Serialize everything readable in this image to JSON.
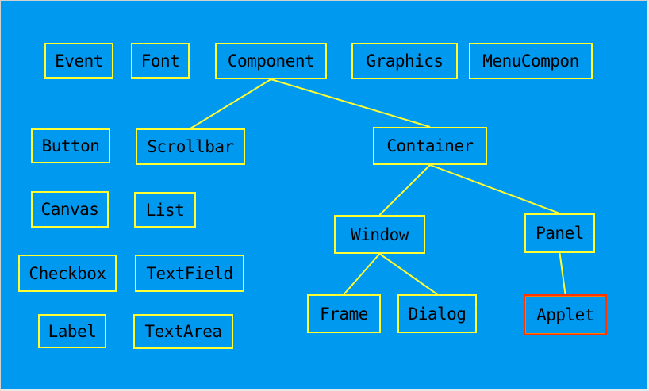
{
  "diagram": {
    "background_color": "#0099f0",
    "box_border_color": "#ffff33",
    "connector_color": "#ffff33",
    "highlight_border_color": "#ff3300",
    "nodes": {
      "event": "Event",
      "font": "Font",
      "component": "Component",
      "graphics": "Graphics",
      "menu_component": "MenuCompon",
      "button": "Button",
      "scrollbar": "Scrollbar",
      "container": "Container",
      "canvas": "Canvas",
      "list": "List",
      "window": "Window",
      "panel": "Panel",
      "checkbox": "Checkbox",
      "textfield": "TextField",
      "label": "Label",
      "textarea": "TextArea",
      "frame": "Frame",
      "dialog": "Dialog",
      "applet": "Applet"
    },
    "edges": [
      [
        "component",
        "scrollbar"
      ],
      [
        "component",
        "container"
      ],
      [
        "container",
        "window"
      ],
      [
        "container",
        "panel"
      ],
      [
        "window",
        "frame"
      ],
      [
        "window",
        "dialog"
      ],
      [
        "panel",
        "applet"
      ]
    ],
    "highlighted": "applet"
  }
}
